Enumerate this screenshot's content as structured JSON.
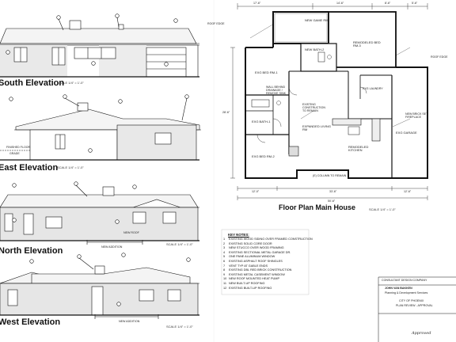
{
  "elevations": {
    "south": {
      "title": "South Elevation",
      "scale": "SCALE 1/4\" = 1'-0\""
    },
    "east": {
      "title": "East Elevation",
      "scale": "SCALE 1/4\" = 1'-0\""
    },
    "north": {
      "title": "North Elevation",
      "scale": "SCALE 1/4\" = 1'-0\""
    },
    "west": {
      "title": "West Elevation",
      "scale": "SCALE 1/4\" = 1'-0\""
    }
  },
  "elevation_labels": {
    "finished_floor": "FINISHED FLOOR",
    "grade": "GRADE",
    "new_addition": "NEW ADDITION",
    "new_roof": "NEW ROOF"
  },
  "floor_plan": {
    "title": "Floor Plan Main House",
    "scale": "SCALE 1/4\" = 1'-0\"",
    "roof_edge": "ROOF EDGE",
    "rooms": {
      "new_game_rm": "NEW GAME RM",
      "new_bath_2": "NEW BATH-2",
      "remodeled_bed_rm_3": "REMODELED BED RM-3",
      "exg_bed_rm_1": "EXG BED RM-1",
      "exg_bath_1": "EXG BATH-1",
      "expanded_living_rm": "EXPANDED LIVING RM",
      "remodeled_kitchen": "REMODELED KITCHEN",
      "exg_bed_rm_2": "EXG BED RM-2",
      "exg_garage": "EXG GARAGE",
      "exg_laundry": "EXG LAUNDRY"
    },
    "dims": {
      "top": [
        "17'-6\"",
        "14'-6\"",
        "8'-6\"",
        "5'-6\""
      ],
      "bottom": [
        "12'-0\"",
        "33'-6\"",
        "12'-6\""
      ],
      "bottom_total": "50'-6\"",
      "left": "28'-6\""
    },
    "notes_plan": [
      "WALL BEHIND DRAINAGE / REMOVE SINK",
      "EXISTING CONSTRUCTION TO REMAIN",
      "NEW BRICK SET FIREPLACE",
      "(E) COLUMN TO REMAIN"
    ]
  },
  "key_notes": {
    "title": "KEY NOTES:",
    "items": [
      {
        "n": "1",
        "text": "EXISTING WOOD SIDING OVER FRAMED CONSTRUCTION"
      },
      {
        "n": "2",
        "text": "EXISTING SOLID CORE DOOR"
      },
      {
        "n": "3",
        "text": "NEW STUCCO OVER WOOD FRAMING"
      },
      {
        "n": "4",
        "text": "EXISTING SECTIONAL METAL GARAGE DR."
      },
      {
        "n": "5",
        "text": "ONE PANE ALUMINUM WINDOW"
      },
      {
        "n": "6",
        "text": "EXISTING ASPHALT ROOF SHINGLES"
      },
      {
        "n": "7",
        "text": "VENT TYP AT GABLE ENDS"
      },
      {
        "n": "8",
        "text": "EXISTING DBL RED BRICK CONSTRUCTION"
      },
      {
        "n": "9",
        "text": "EXISTING METAL CASEMENT WINDOW"
      },
      {
        "n": "10",
        "text": "NEW ROOF MOUNTED HEAT PUMP"
      },
      {
        "n": "11",
        "text": "NEW BUILT-UP ROOFING"
      },
      {
        "n": "12",
        "text": "EXISTING BUILT-UP ROOFING"
      }
    ]
  },
  "title_block": {
    "line1": "CONSULTANT DESIGN COMPANY",
    "line2": "JOHN VAN BAKKEN",
    "line3": "Planning & Development Services",
    "line4": "CITY OF PHOENIX",
    "line5": "PLAN REVIEW - APPROVAL",
    "signature": "Approved"
  }
}
